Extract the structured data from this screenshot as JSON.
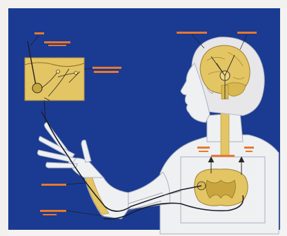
{
  "colors": {
    "background": "#1b3b92",
    "body": "#eef0f2",
    "body_outline": "#9aa3b4",
    "hair": "#e7e7ea",
    "tissue": "#e3c564",
    "tissue_dark": "#9e7d2b",
    "label": "#e9782c",
    "nerve": "#1d1d2b"
  },
  "icons": {
    "head": "head-illustration",
    "skin": "skin-section-inset",
    "cord": "spinal-cord-section",
    "arm": "arm-and-hand"
  }
}
